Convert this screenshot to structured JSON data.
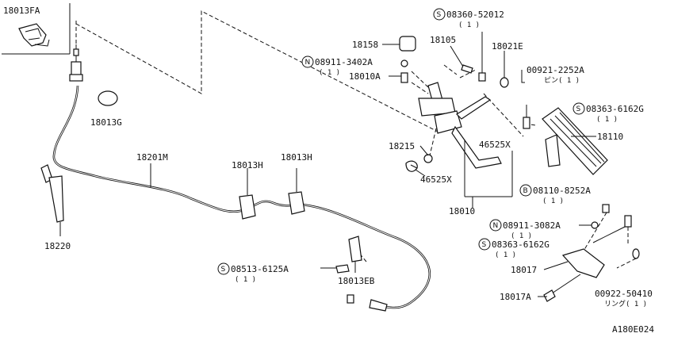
{
  "diagram_code": "A180E024",
  "labels": {
    "l18013FA": "18013FA",
    "l18158": "18158",
    "l18105": "18105",
    "l18021E": "18021E",
    "l08360": "08360-52012",
    "l08360_q": "( 1 )",
    "l08911a": "08911-3402A",
    "l08911a_q": "( 1 )",
    "l18010A": "18010A",
    "l00921": "00921-2252A",
    "l00921_q": "ピン( 1 )",
    "l18013G": "18013G",
    "l08363a": "08363-6162G",
    "l08363a_q": "( 1 )",
    "l46525Xa": "46525X",
    "l18110": "18110",
    "l18215": "18215",
    "l18201M": "18201M",
    "l18013H_a": "18013H",
    "l18013H_b": "18013H",
    "l46525Xb": "46525X",
    "l08110": "08110-8252A",
    "l08110_q": "( 1 )",
    "l18010": "18010",
    "l08911b": "08911-3082A",
    "l08911b_q": "( 1 )",
    "l18220": "18220",
    "l08363b": "08363-6162G",
    "l08363b_q": "( 1 )",
    "l08513": "08513-6125A",
    "l08513_q": "( 1 )",
    "l18013EB": "18013EB",
    "l18017": "18017",
    "l18017A": "18017A",
    "l00922": "00922-50410",
    "l00922_q": "リング( 1 )"
  },
  "symbols": {
    "S": "S",
    "N": "N",
    "B": "B"
  },
  "icons": [
    "screw-symbol",
    "nut-symbol",
    "bolt-symbol"
  ]
}
